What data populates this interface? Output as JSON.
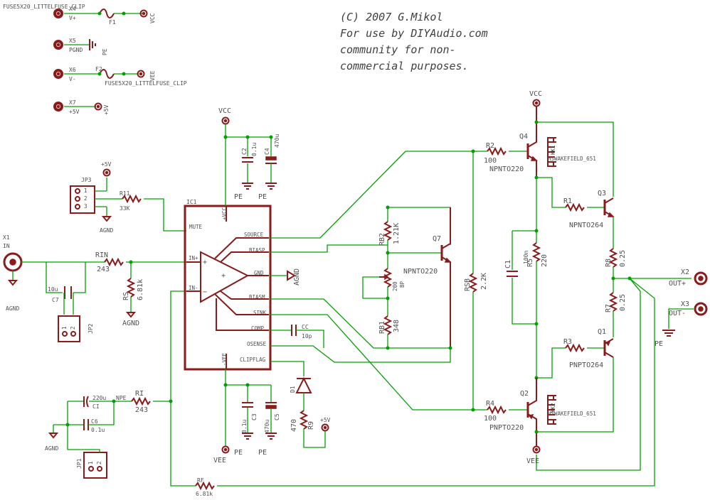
{
  "copyright": [
    "(C) 2007 G.Mikol",
    "For use by DIYAudio.com",
    "community for non-",
    "commercial purposes."
  ],
  "fuse_header": "FUSE5X20_LITTELFUSE_CLIP",
  "connectors": {
    "x4": {
      "ref": "X4",
      "pin": "V+",
      "net": "VCC",
      "fuse": "F1"
    },
    "x5": {
      "ref": "X5",
      "pin": "PGND",
      "net": "PE"
    },
    "x6": {
      "ref": "X6",
      "pin": "V-",
      "net": "VEE",
      "fuse": "F2",
      "fuse_label": "FUSE5X20_LITTELFUSE_CLIP"
    },
    "x7": {
      "ref": "X7",
      "pin": "+5V",
      "net": "+5V"
    },
    "x1": {
      "ref": "X1",
      "pin": "IN",
      "net": "AGND"
    },
    "x2": {
      "ref": "X2",
      "pin": "OUT+"
    },
    "x3": {
      "ref": "X3",
      "pin": "OUT-",
      "net": "PE"
    }
  },
  "ic": {
    "ref": "IC1",
    "pins_left": [
      "MUTE",
      "IN+",
      "IN-"
    ],
    "pins_right": [
      "SOURCE",
      "BIASP",
      "GND",
      "BIASM",
      "SINK",
      "COMP",
      "OSENSE",
      "CLIPFLAG"
    ],
    "top": "+VCC",
    "bottom": "-VEE",
    "gnd_net": "AGND",
    "top_net": "VCC",
    "bottom_net": "VEE"
  },
  "jumpers": {
    "jp3": {
      "ref": "JP3",
      "pins": [
        "1",
        "2",
        "3"
      ],
      "net": "+5V",
      "gnd": "AGND"
    },
    "jp2": {
      "ref": "JP2",
      "pins": [
        "1",
        "2"
      ]
    },
    "jp1": {
      "ref": "JP1",
      "pins": [
        "1",
        "2"
      ]
    }
  },
  "parts": {
    "r11": {
      "ref": "R11",
      "value": "33K"
    },
    "rin": {
      "ref": "RIN",
      "value": "243"
    },
    "rs": {
      "ref": "RS",
      "value": "6.81k"
    },
    "c7": {
      "ref": "C7",
      "value": "10u"
    },
    "c2": {
      "ref": "C2",
      "value": "0.1u"
    },
    "c4": {
      "ref": "C4",
      "value": "470u"
    },
    "c3": {
      "ref": "C3",
      "value": "0.1u"
    },
    "c5": {
      "ref": "C5",
      "value": "470u"
    },
    "cc": {
      "ref": "CC",
      "value": "10p"
    },
    "d1": {
      "ref": "D1"
    },
    "r9": {
      "ref": "R9",
      "value": "470"
    },
    "ci": {
      "ref": "CI",
      "value": "220u"
    },
    "c6": {
      "ref": "C6",
      "value": "0.1u"
    },
    "ri": {
      "ref": "RI",
      "value": "243"
    },
    "rf": {
      "ref": "RF",
      "value": "6.81k"
    },
    "rb2": {
      "ref": "RB2",
      "value": "1.21K"
    },
    "bp": {
      "ref": "BP",
      "value": "200"
    },
    "rb1": {
      "ref": "RB1",
      "value": "348"
    },
    "q7": {
      "ref": "Q7",
      "type": "NPNTO220"
    },
    "rsb": {
      "ref": "RSB",
      "value": "2.2K"
    },
    "r2": {
      "ref": "R2",
      "value": "100"
    },
    "q4": {
      "ref": "Q4",
      "type": "NPNTO220"
    },
    "kk1": {
      "ref": "KK1",
      "type": "HSWAKEFIELD_651"
    },
    "r1": {
      "ref": "R1"
    },
    "q3": {
      "ref": "Q3",
      "type": "NPNTO264"
    },
    "c1": {
      "ref": "C1",
      "value": "100n"
    },
    "r5": {
      "ref": "R5",
      "value": "220"
    },
    "r8": {
      "ref": "R8",
      "value": "0.25"
    },
    "r7": {
      "ref": "R7",
      "value": "0.25"
    },
    "r3": {
      "ref": "R3"
    },
    "q1": {
      "ref": "Q1",
      "type": "PNPTO264"
    },
    "r4": {
      "ref": "R4",
      "value": "100"
    },
    "q2": {
      "ref": "Q2",
      "type": "PNPTO220"
    },
    "kk2": {
      "ref": "KK2",
      "type": "HSWAKEFIELD_651"
    }
  },
  "nets": {
    "vcc": "VCC",
    "vee": "VEE",
    "pe": "PE",
    "agnd": "AGND",
    "npe": "NPE",
    "p5v": "+5V"
  }
}
